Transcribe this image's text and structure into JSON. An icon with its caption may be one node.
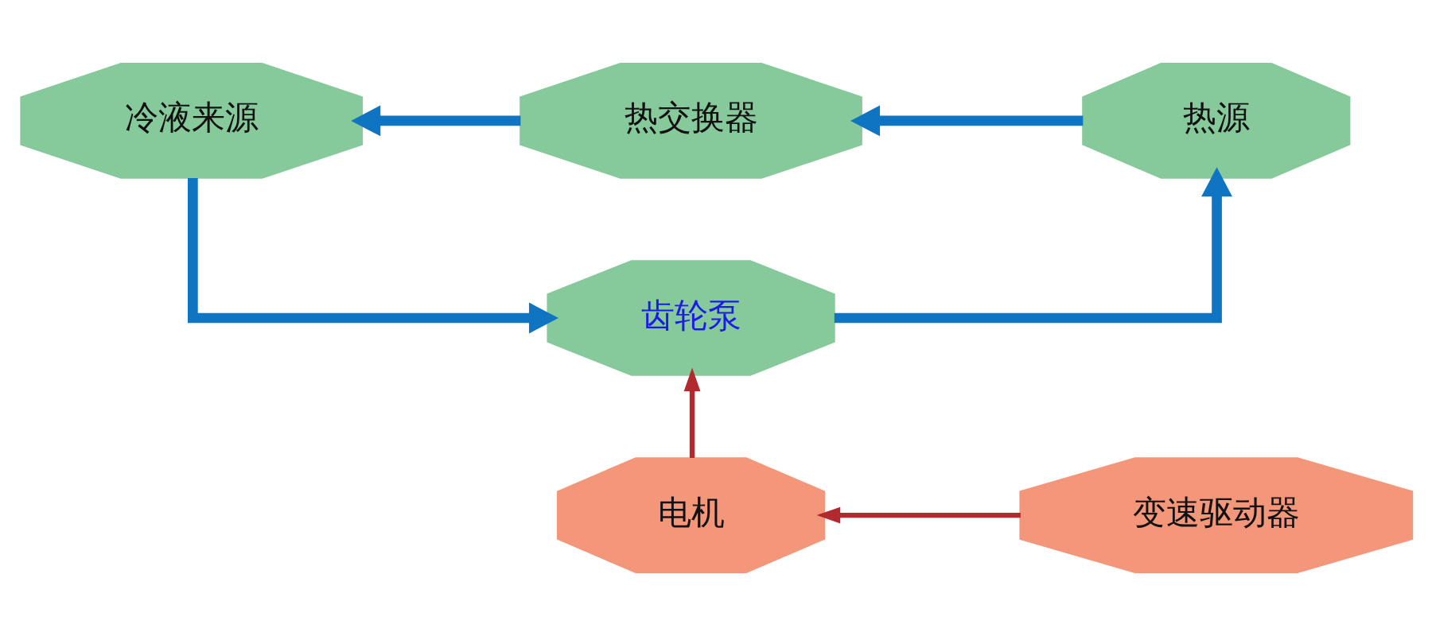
{
  "diagram": {
    "nodes": [
      {
        "text": [
          "冷液来源"
        ]
      },
      {
        "text": [
          "热交换器"
        ]
      },
      {
        "text": [
          "热源"
        ]
      },
      {
        "text": [
          "齿轮泵"
        ]
      },
      {
        "text": [
          "电机"
        ]
      },
      {
        "text": [
          "变速驱动器"
        ]
      }
    ],
    "edges": [
      {
        "from": 2,
        "to": 1,
        "arrow": "to"
      },
      {
        "from": 1,
        "to": 0,
        "arrow": "to"
      },
      {
        "from": 0,
        "to": 3,
        "arrow": "to"
      },
      {
        "from": 3,
        "to": 2,
        "arrow": "to"
      },
      {
        "from": 4,
        "to": 3,
        "arrow": "to",
        "color": "#b22a2e"
      },
      {
        "from": 5,
        "to": 4,
        "arrow": "to",
        "color": "#b22a2e"
      }
    ]
  }
}
